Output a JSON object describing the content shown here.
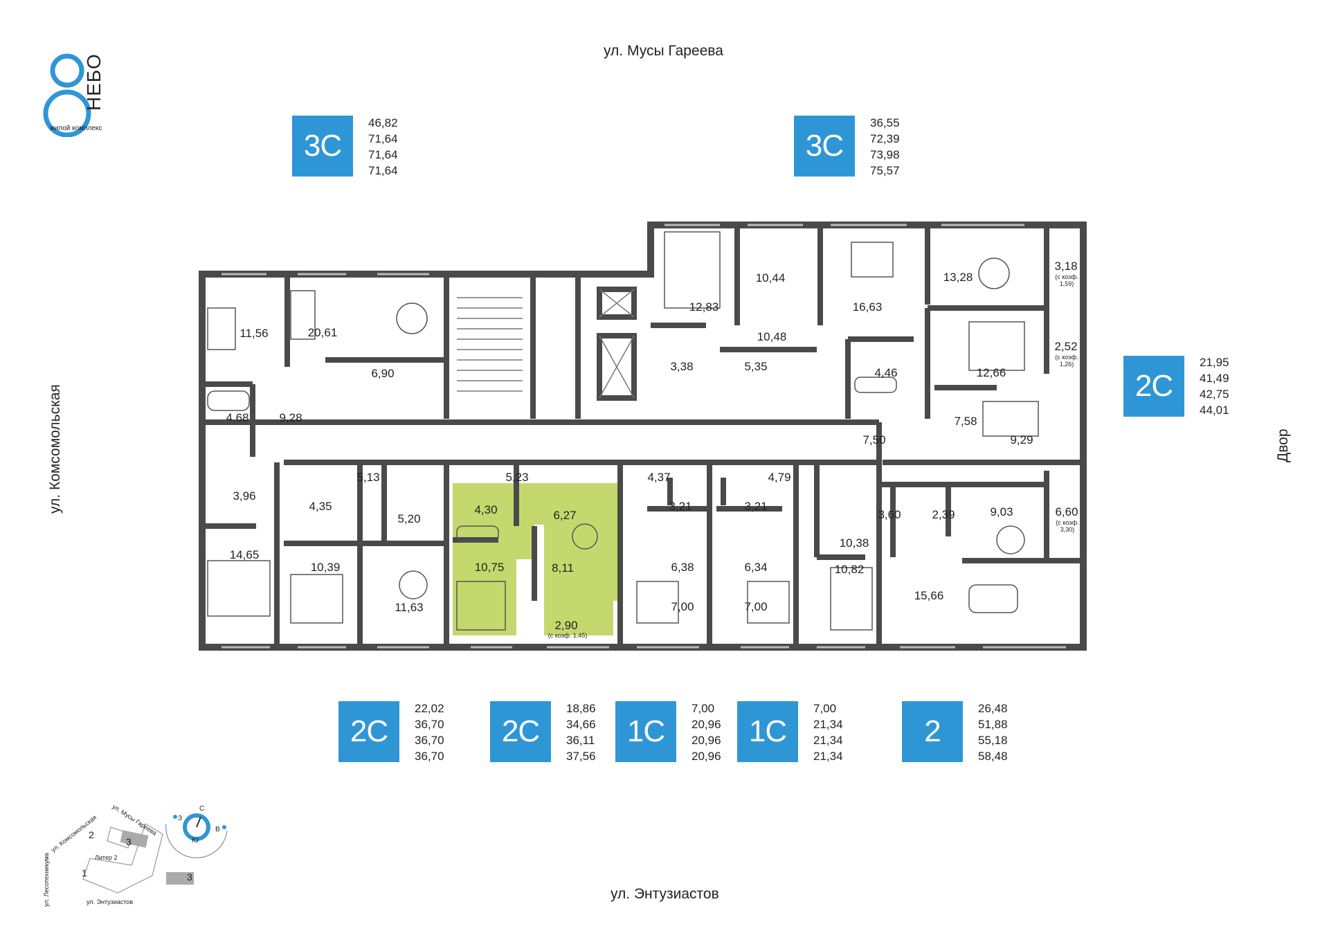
{
  "logo": {
    "number": "8",
    "name": "НЕБО",
    "tagline": "жилой комплекс",
    "color": "#2f96d6"
  },
  "streets": {
    "top": "ул. Мусы Гареева",
    "bottom": "ул. Энтузиастов",
    "left": "ул. Комсомольская",
    "right": "Двор"
  },
  "apartments": {
    "top_left": {
      "type": "3С",
      "areas": [
        "46,82",
        "71,64",
        "71,64",
        "71,64"
      ]
    },
    "top_center": {
      "type": "3С",
      "areas": [
        "36,55",
        "72,39",
        "73,98",
        "75,57"
      ]
    },
    "right": {
      "type": "2С",
      "areas": [
        "21,95",
        "41,49",
        "42,75",
        "44,01"
      ]
    },
    "bottom_1": {
      "type": "2С",
      "areas": [
        "22,02",
        "36,70",
        "36,70",
        "36,70"
      ]
    },
    "bottom_2": {
      "type": "2С",
      "areas": [
        "18,86",
        "34,66",
        "36,11",
        "37,56"
      ]
    },
    "bottom_3": {
      "type": "1С",
      "areas": [
        "7,00",
        "20,96",
        "20,96",
        "20,96"
      ]
    },
    "bottom_4": {
      "type": "1С",
      "areas": [
        "7,00",
        "21,34",
        "21,34",
        "21,34"
      ]
    },
    "bottom_5": {
      "type": "2",
      "areas": [
        "26,48",
        "51,88",
        "55,18",
        "58,48"
      ]
    }
  },
  "rooms": {
    "r1156": "11,56",
    "r2061": "20,61",
    "r690": "6,90",
    "r468": "4,68",
    "r928": "9,28",
    "r396": "3,96",
    "r1465": "14,65",
    "r435": "4,35",
    "r513": "5,13",
    "r520": "5,20",
    "r1039": "10,39",
    "r1163": "11,63",
    "r523": "5,23",
    "r430": "4,30",
    "r627": "6,27",
    "r1075": "10,75",
    "r811": "8,11",
    "r290": "2,90",
    "r290_note": "(с коэф. 1,45)",
    "r437": "4,37",
    "r321a": "3,21",
    "r321b": "3,21",
    "r479": "4,79",
    "r638": "6,38",
    "r634": "6,34",
    "r700a": "7,00",
    "r700b": "7,00",
    "r1283": "12,83",
    "r1044": "10,44",
    "r1048": "10,48",
    "r338": "3,38",
    "r535": "5,35",
    "r1663": "16,63",
    "r446": "4,46",
    "r1328": "13,28",
    "r318": "3,18",
    "r318_note": "(с коэф. 1,59)",
    "r1266": "12,66",
    "r252": "2,52",
    "r252_note": "(с коэф. 1,26)",
    "r758": "7,58",
    "r750": "7,50",
    "r929": "9,29",
    "r1038": "10,38",
    "r360": "3,60",
    "r239": "2,39",
    "r903": "9,03",
    "r660": "6,60",
    "r660_note": "(с коэф. 3,30)",
    "r1082": "10,82",
    "r1566": "15,66"
  },
  "minimap": {
    "streets": [
      "ул. Комсомольская",
      "ул. Мусы Гареева",
      "ул. Лесотехникума",
      "ул. Энтузиастов"
    ],
    "sections": [
      "1",
      "2",
      "3"
    ],
    "litera": "Литер 2",
    "legend": "3",
    "compass": {
      "n": "С",
      "s": "Ю",
      "w": "З",
      "e": "В"
    }
  },
  "colors": {
    "walls": "#4a4a4a",
    "highlight": "#c5d86d",
    "badge": "#2f96d6"
  }
}
